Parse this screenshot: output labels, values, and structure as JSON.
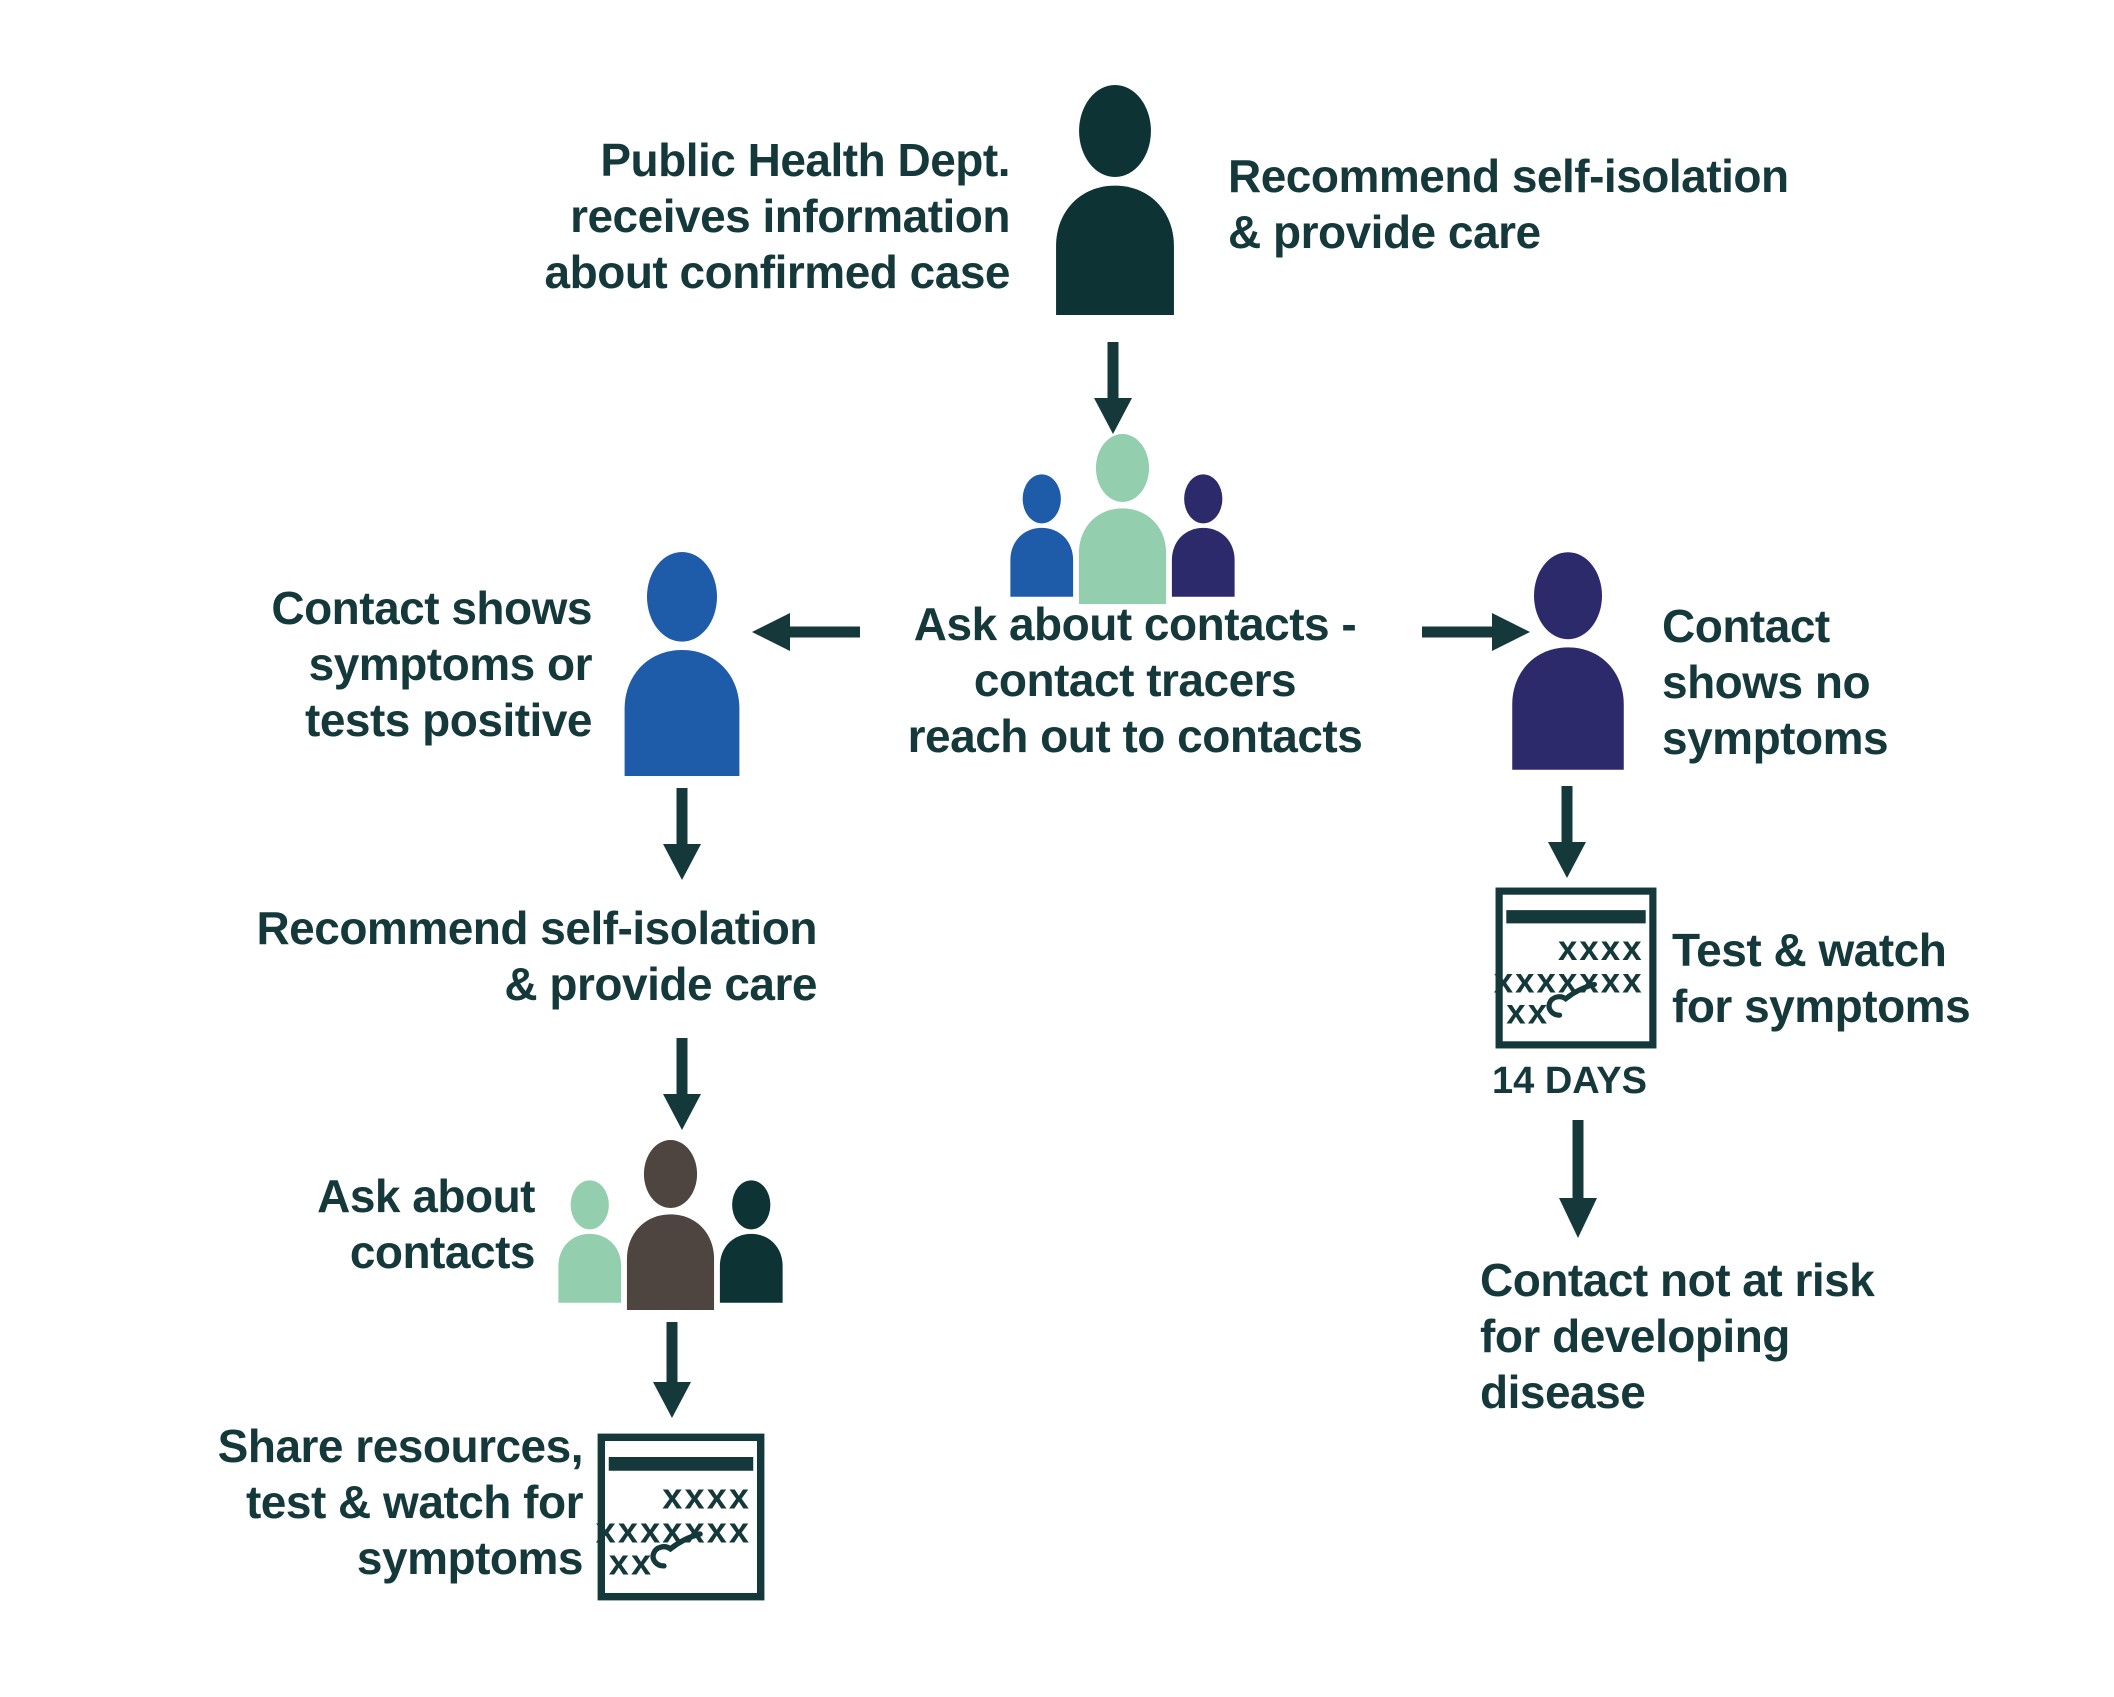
{
  "title": "Contact tracing flowchart",
  "colors": {
    "text": "#15393b",
    "arrow": "#15393b",
    "teal_dark": "#0d3335",
    "blue": "#1e5ba8",
    "mint": "#93cfae",
    "navy": "#2d2a6b",
    "gray": "#4e4540",
    "background": "#ffffff"
  },
  "labels": {
    "phd_receives": "Public Health Dept.\nreceives information\nabout confirmed case",
    "recommend_top": "Recommend self-isolation\n& provide care",
    "ask_contacts": "Ask about contacts -\ncontact tracers\nreach out to contacts",
    "contact_symptoms": "Contact shows\nsymptoms or\ntests positive",
    "contact_no_symptoms": "Contact\nshows no\nsymptoms",
    "recommend_left": "Recommend self-isolation\n& provide care",
    "ask_about": "Ask about\ncontacts",
    "share_resources": "Share resources,\ntest & watch for\nsymptoms",
    "test_watch": "Test & watch\nfor symptoms",
    "fourteen_days": "14 DAYS",
    "not_at_risk": "Contact not at risk\nfor developing\ndisease"
  },
  "calendar": {
    "row1": "xxxx",
    "row2": "xxxxxxx",
    "row3": "xx"
  },
  "icons": [
    "person-icon-confirmed-case",
    "people-group-icon-contact-tracers",
    "person-icon-contact-symptomatic",
    "person-icon-contact-asymptomatic",
    "people-group-icon-contacts",
    "calendar-icon-monitoring",
    "calendar-icon-14-days",
    "arrow-down-icon",
    "arrow-left-icon",
    "arrow-right-icon"
  ]
}
